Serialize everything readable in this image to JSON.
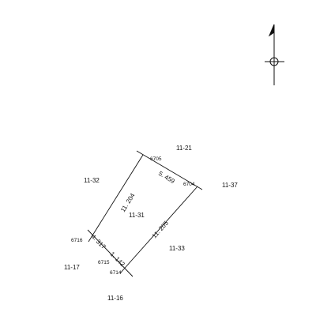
{
  "parcels": {
    "subject": "11-31",
    "north_1": "11-21",
    "west": "11-32",
    "east": "11-37",
    "south_east": "11-33",
    "south_west": "11-17",
    "south": "11-16"
  },
  "points": {
    "p6705": "6705",
    "p6704": "6704",
    "p6716": "6716",
    "p6715": "6715",
    "p6714": "6714"
  },
  "dimensions": {
    "west_side": "11. 204",
    "east_side": "11. 205",
    "top_side": "5. 459",
    "bottom_upper": "4. 317",
    "bottom_lower": "1. 142"
  },
  "north_arrow": {
    "symbol": "north-arrow"
  }
}
